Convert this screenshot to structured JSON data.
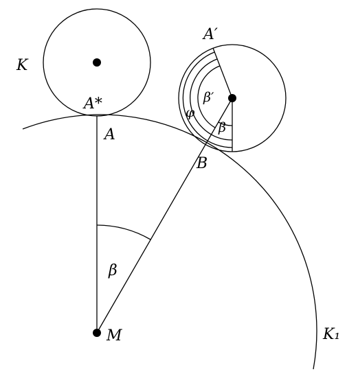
{
  "labels": {
    "K": "K",
    "A_star": "A*",
    "A": "A",
    "A_prime": "A′",
    "beta_prime": "β′",
    "phi": "φ",
    "beta_small": "β",
    "B": "B",
    "beta_center": "β",
    "M": "M",
    "K1": "K₁"
  }
}
